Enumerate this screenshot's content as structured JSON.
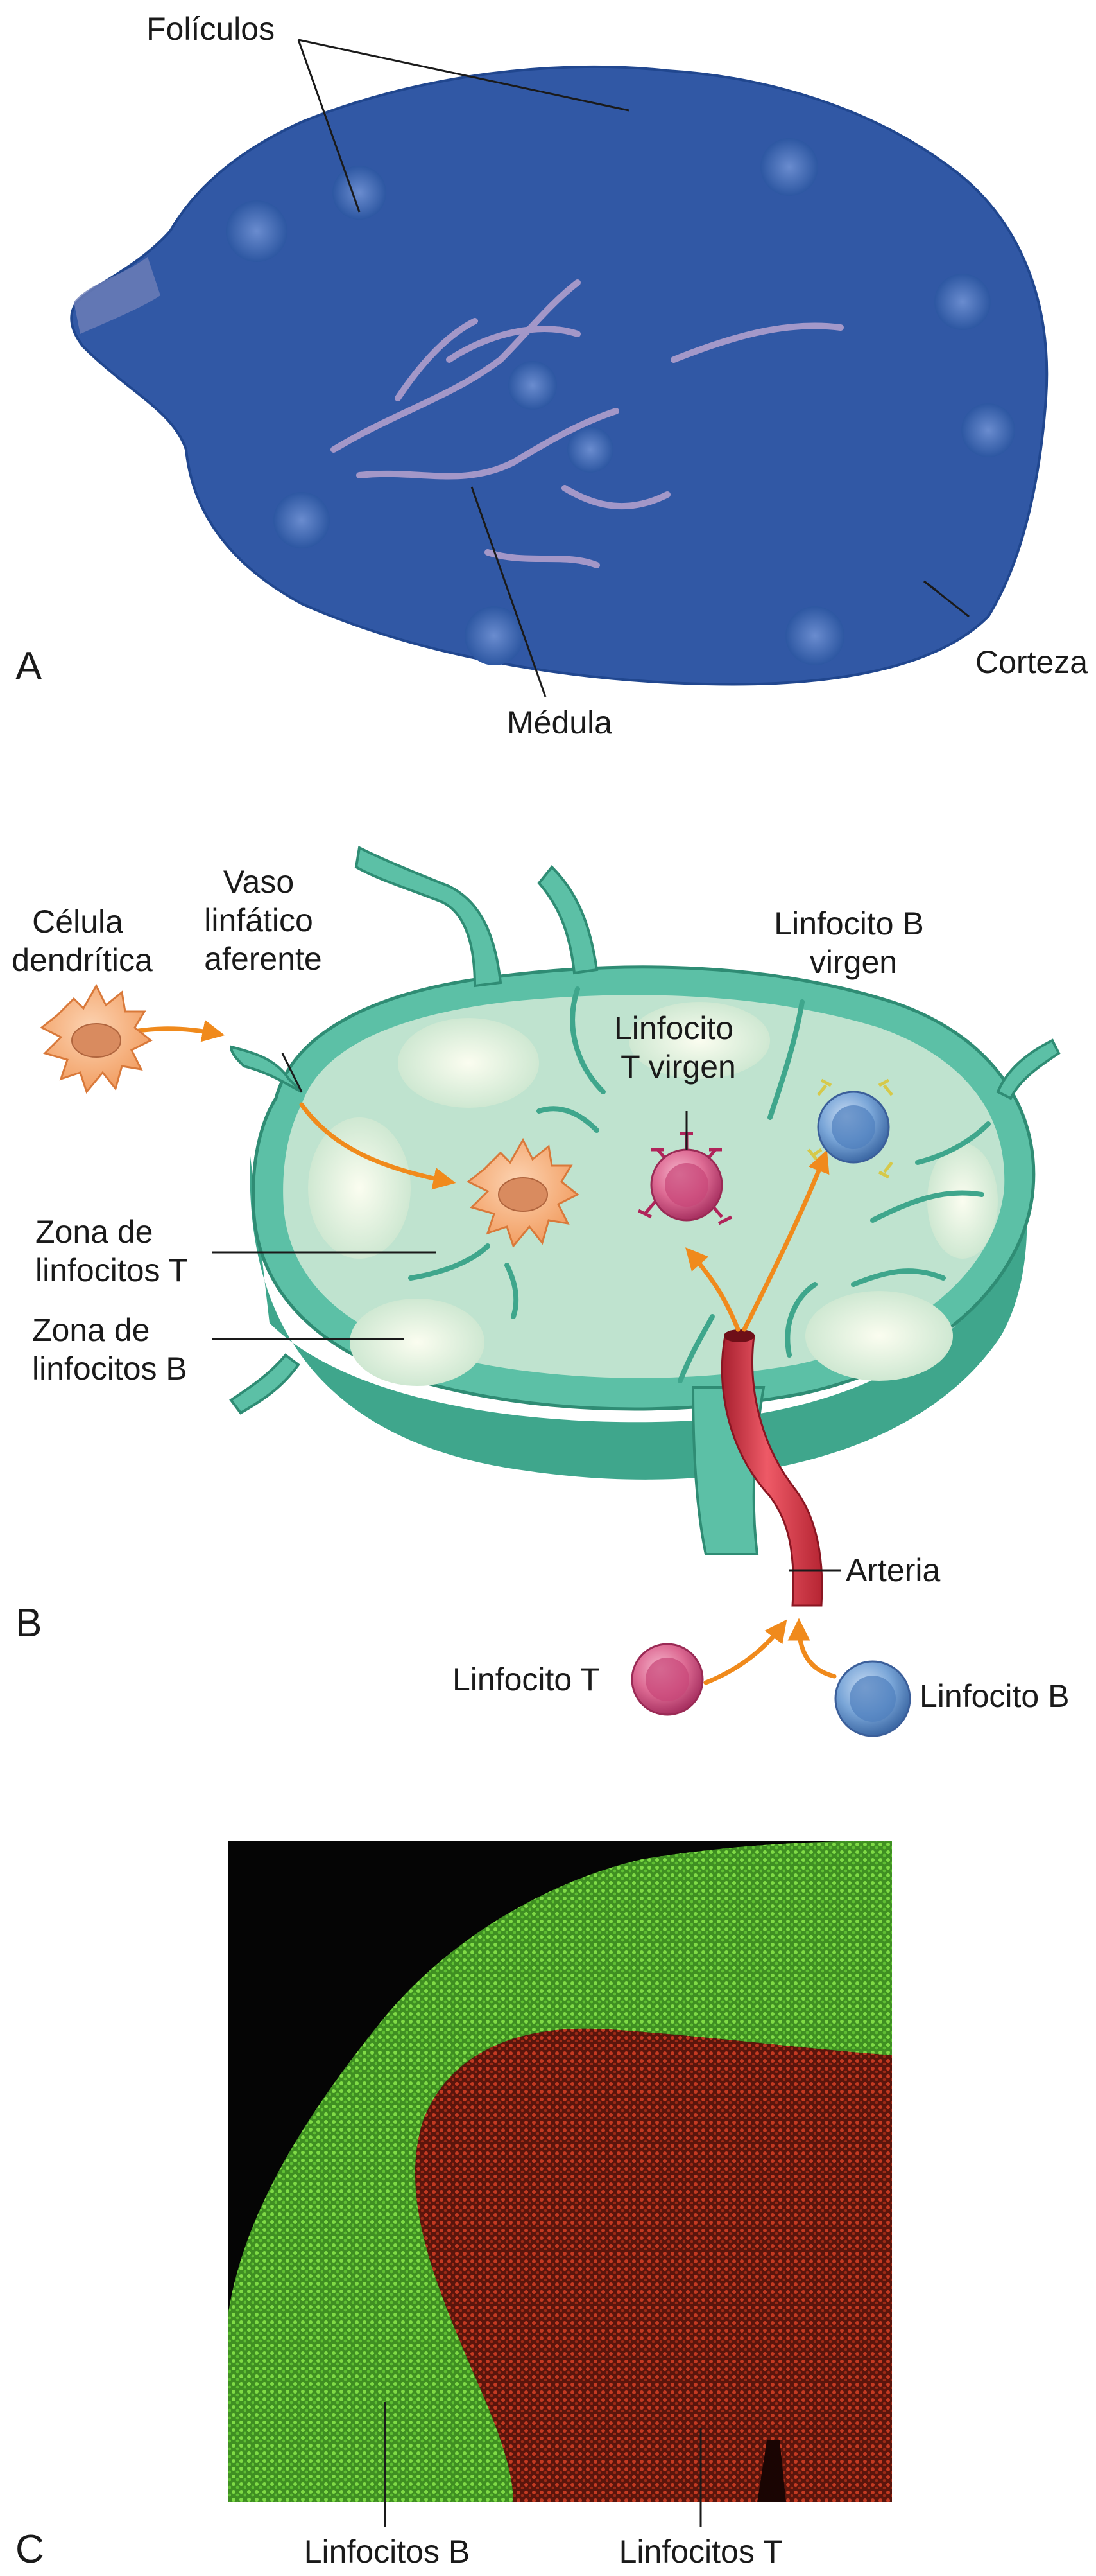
{
  "panel_a": {
    "letter": "A",
    "folicles_label": "Folículos",
    "medulla_label": "Médula",
    "cortex_label": "Corteza"
  },
  "panel_b": {
    "letter": "B",
    "dendritic_cell_label": [
      "Célula",
      "dendrítica"
    ],
    "afferent_vessel_label": [
      "Vaso",
      "linfático",
      "aferente"
    ],
    "naive_b_label": [
      "Linfocito B",
      "virgen"
    ],
    "naive_t_label": [
      "Linfocito",
      "T virgen"
    ],
    "t_zone_label": [
      "Zona de",
      "linfocitos T"
    ],
    "b_zone_label": [
      "Zona de",
      "linfocitos B"
    ],
    "artery_label": "Arteria",
    "t_cell_label": "Linfocito T",
    "b_cell_label": "Linfocito B"
  },
  "panel_c": {
    "letter": "C",
    "b_cells_label": "Linfocitos B",
    "t_cells_label": "Linfocitos T"
  },
  "colors": {
    "stain_blue": "#2f5aa3",
    "node_outer": "#5cc0a6",
    "node_inner": "#bfe3cf",
    "follicle": "#f1f6dc",
    "dendritic_cell": "#f7b27d",
    "arrow": "#f08a1c",
    "artery": "#d83a4a",
    "t_cell": "#d9618a",
    "b_cell": "#6e9fd4",
    "b_fluor": "#6fcf3b",
    "t_fluor": "#b8321e"
  }
}
